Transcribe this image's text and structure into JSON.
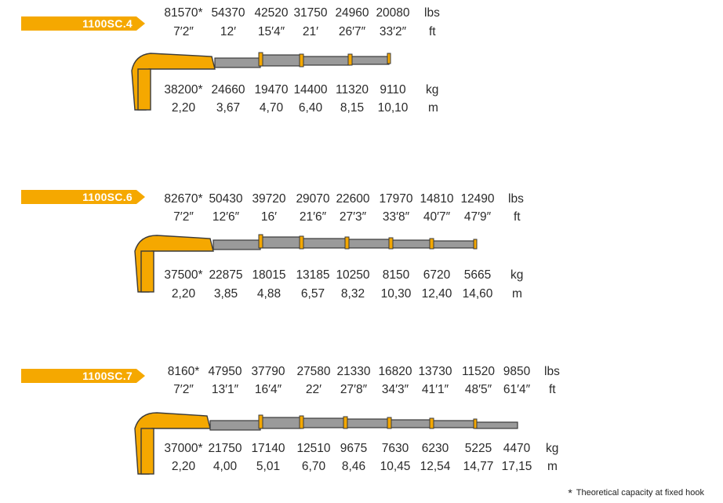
{
  "colors": {
    "accent": "#f5a800",
    "boom": "#9a9a9a",
    "text": "#2a2a2a"
  },
  "footnote": {
    "star": "*",
    "text": "Theoretical capacity at fixed hook"
  },
  "models": [
    {
      "name": "1100SC.4",
      "top_lbs": [
        "81570*",
        "54370",
        "42520",
        "31750",
        "24960",
        "20080"
      ],
      "top_ft": [
        "7′2″",
        "12′",
        "15′4″",
        "21′",
        "26′7″",
        "33′2″"
      ],
      "bottom_kg": [
        "38200*",
        "24660",
        "19470",
        "14400",
        "11320",
        "9110"
      ],
      "bottom_m": [
        "2,20",
        "3,67",
        "4,70",
        "6,40",
        "8,15",
        "10,10"
      ],
      "unit_lbs": "lbs",
      "unit_ft": "ft",
      "unit_kg": "kg",
      "unit_m": "m"
    },
    {
      "name": "1100SC.6",
      "top_lbs": [
        "82670*",
        "50430",
        "39720",
        "29070",
        "22600",
        "17970",
        "14810",
        "12490"
      ],
      "top_ft": [
        "7′2″",
        "12′6″",
        "16′",
        "21′6″",
        "27′3″",
        "33′8″",
        "40′7″",
        "47′9″"
      ],
      "bottom_kg": [
        "37500*",
        "22875",
        "18015",
        "13185",
        "10250",
        "8150",
        "6720",
        "5665"
      ],
      "bottom_m": [
        "2,20",
        "3,85",
        "4,88",
        "6,57",
        "8,32",
        "10,30",
        "12,40",
        "14,60"
      ],
      "unit_lbs": "lbs",
      "unit_ft": "ft",
      "unit_kg": "kg",
      "unit_m": "m"
    },
    {
      "name": "1100SC.7",
      "top_lbs": [
        "8160*",
        "47950",
        "37790",
        "27580",
        "21330",
        "16820",
        "13730",
        "11520",
        "9850"
      ],
      "top_ft": [
        "7′2″",
        "13′1″",
        "16′4″",
        "22′",
        "27′8″",
        "34′3″",
        "41′1″",
        "48′5″",
        "61′4″"
      ],
      "bottom_kg": [
        "37000*",
        "21750",
        "17140",
        "12510",
        "9675",
        "7630",
        "6230",
        "5225",
        "4470"
      ],
      "bottom_m": [
        "2,20",
        "4,00",
        "5,01",
        "6,70",
        "8,46",
        "10,45",
        "12,54",
        "14,77",
        "17,15"
      ],
      "unit_lbs": "lbs",
      "unit_ft": "ft",
      "unit_kg": "kg",
      "unit_m": "m"
    }
  ]
}
